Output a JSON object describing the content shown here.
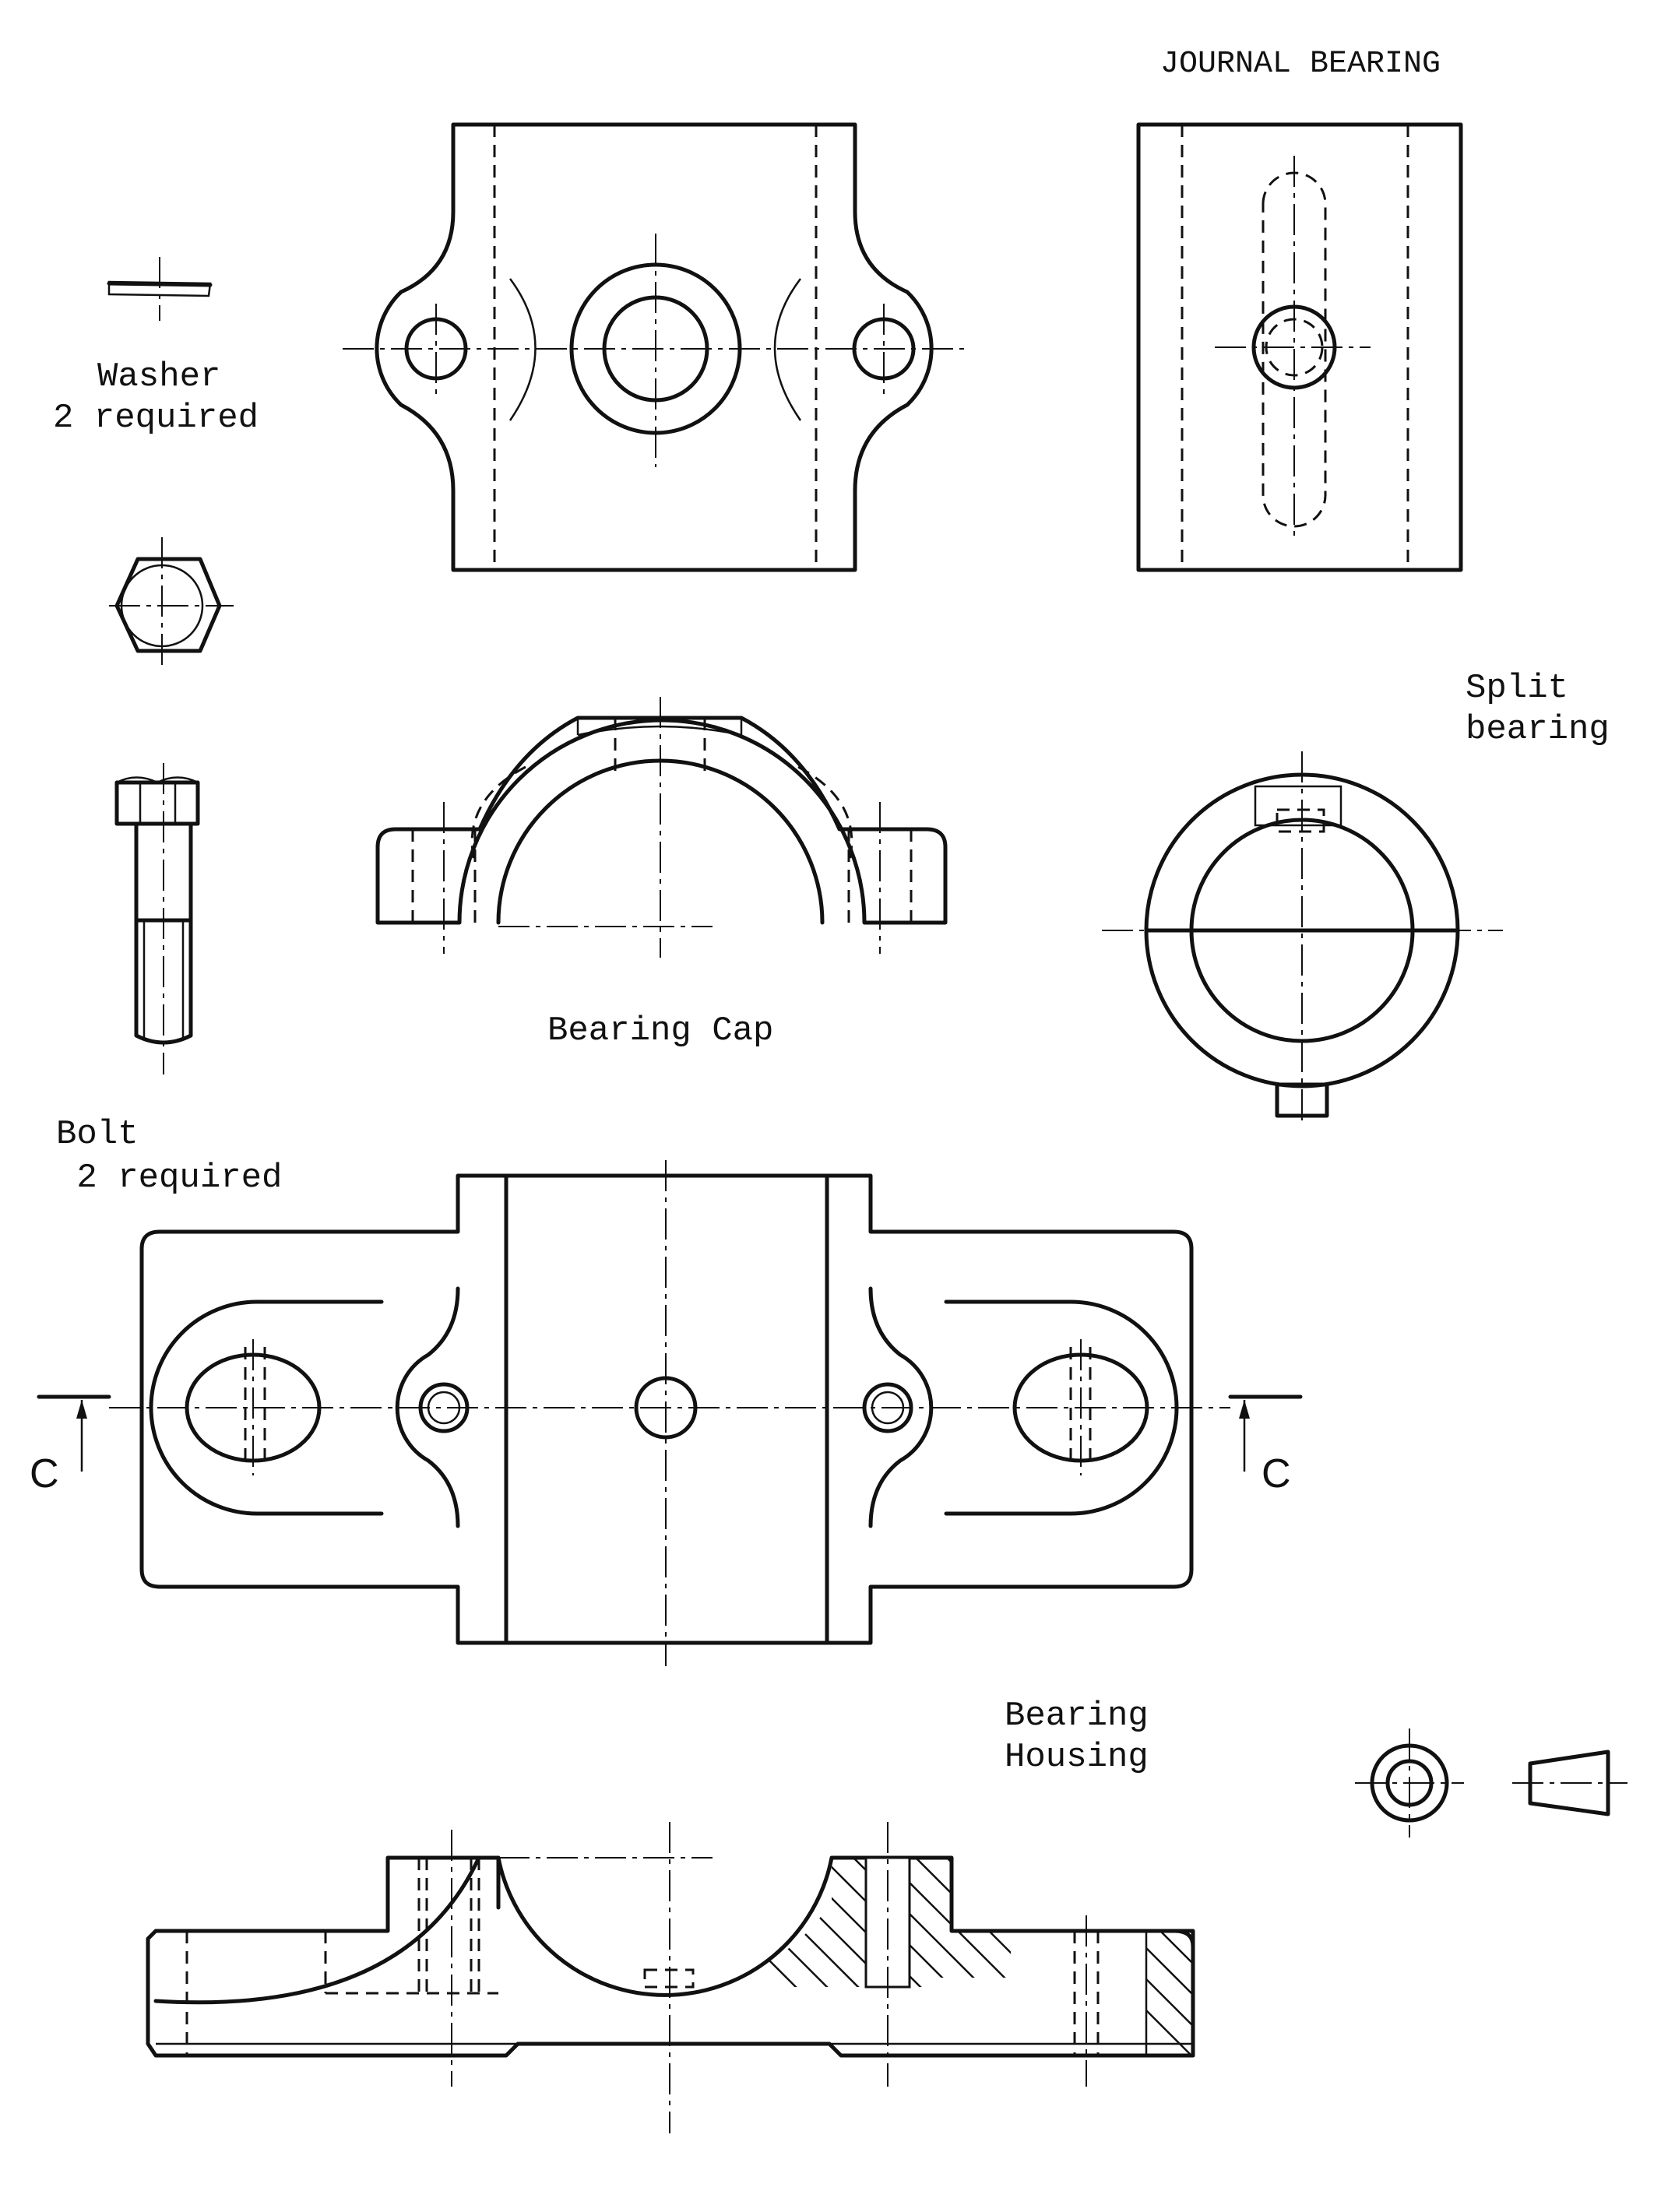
{
  "title": "JOURNAL BEARING",
  "labels": {
    "washer": [
      "Washer",
      "2 required"
    ],
    "bolt": [
      "Bolt",
      " 2 required"
    ],
    "split_bearing": [
      "Split",
      "bearing"
    ],
    "bearing_cap": "Bearing Cap",
    "bearing_housing": [
      "Bearing",
      "Housing"
    ],
    "section_left": "C",
    "section_right": "C"
  }
}
